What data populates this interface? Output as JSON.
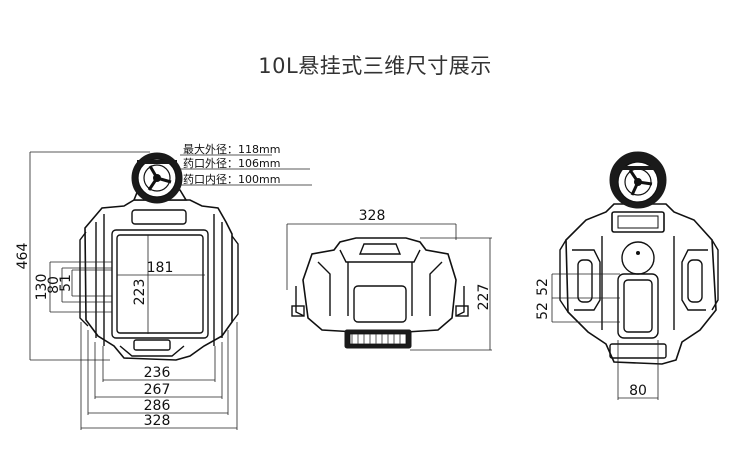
{
  "title": "10L悬挂式三维尺寸展示",
  "specs": {
    "max_outer_diameter": "最大外径：118mm",
    "inlet_outer_diameter": "药口外径：106mm",
    "inlet_inner_diameter": "药口内径：100mm"
  },
  "front_view": {
    "height_total": "464",
    "dim_130": "130",
    "dim_80": "80",
    "dim_51": "51",
    "inner_width": "181",
    "inner_height": "223",
    "width_236": "236",
    "width_267": "267",
    "width_286": "286",
    "width_328": "328"
  },
  "side_view": {
    "width": "328",
    "height": "227"
  },
  "back_view": {
    "dim_52_a": "52",
    "dim_52_b": "52",
    "slot_width": "80"
  }
}
